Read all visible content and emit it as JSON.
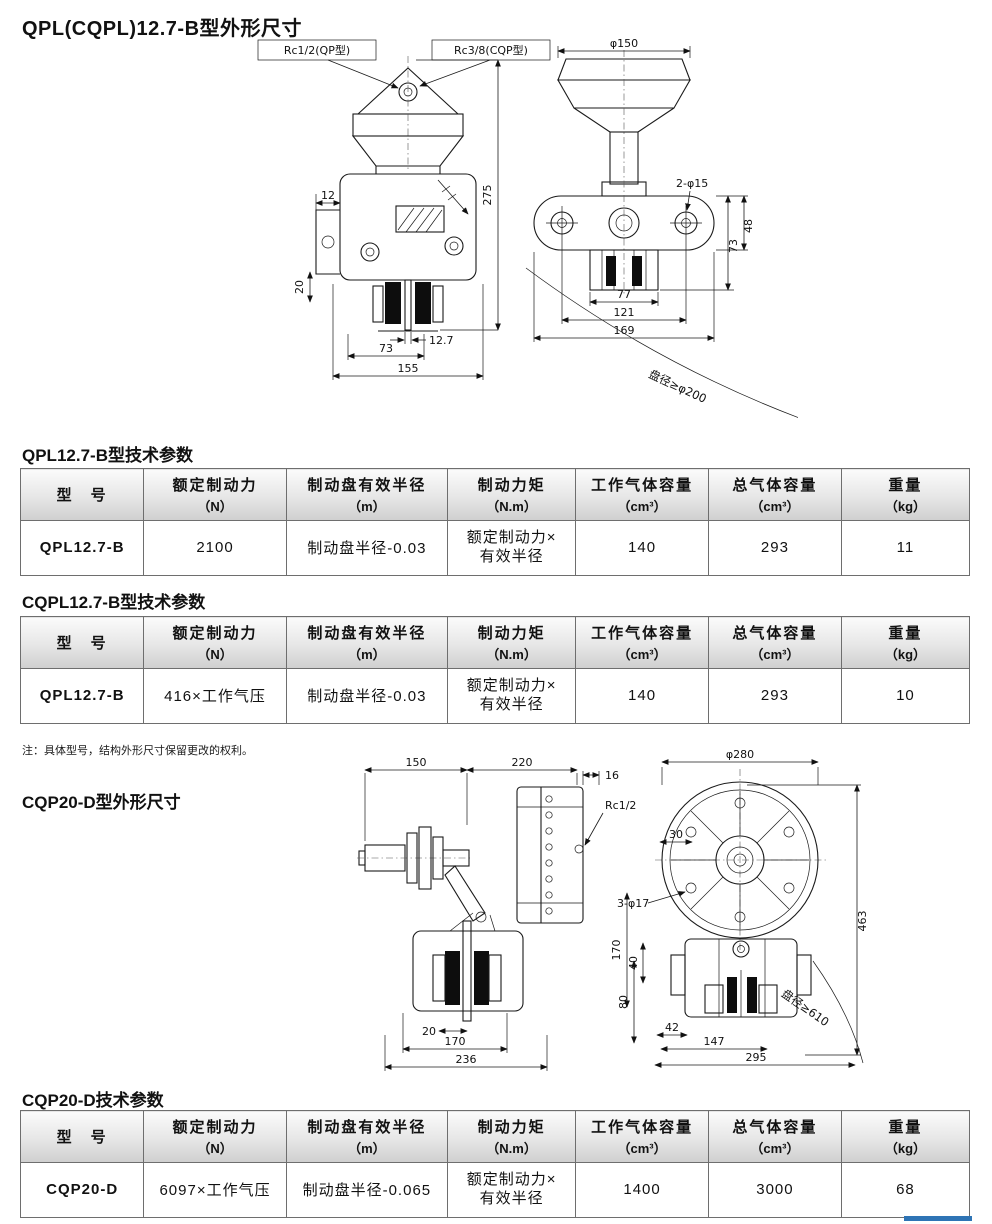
{
  "page": {
    "title": "QPL(CQPL)12.7-B型外形尺寸",
    "note": "注：具体型号，结构外形尺寸保留更改的权利。",
    "accent_color": "#2e74b5"
  },
  "sections": {
    "t1": "QPL12.7-B型技术参数",
    "t2": "CQPL12.7-B型技术参数",
    "d2": "CQP20-D型外形尺寸",
    "t3": "CQP20-D技术参数"
  },
  "tables": {
    "headers": [
      {
        "name": "型　号",
        "unit": ""
      },
      {
        "name": "额定制动力",
        "unit": "（N）"
      },
      {
        "name": "制动盘有效半径",
        "unit": "（m）"
      },
      {
        "name": "制动力矩",
        "unit": "（N.m）"
      },
      {
        "name": "工作气体容量",
        "unit": "（cm³）"
      },
      {
        "name": "总气体容量",
        "unit": "（cm³）"
      },
      {
        "name": "重量",
        "unit": "（kg）"
      }
    ],
    "t1_row": [
      "QPL12.7-B",
      "2100",
      "制动盘半径-0.03",
      "额定制动力×\n有效半径",
      "140",
      "293",
      "11"
    ],
    "t2_row": [
      "QPL12.7-B",
      "416×工作气压",
      "制动盘半径-0.03",
      "额定制动力×\n有效半径",
      "140",
      "293",
      "10"
    ],
    "t3_row": [
      "CQP20-D",
      "6097×工作气压",
      "制动盘半径-0.065",
      "额定制动力×\n有效半径",
      "1400",
      "3000",
      "68"
    ]
  },
  "drawing1": {
    "labels": {
      "rc_qp": "Rc1/2(QP型)",
      "rc_cqp": "Rc3/8(CQP型)",
      "dphi150": "φ150",
      "d275": "275",
      "d12": "12",
      "d20": "20",
      "d127": "12.7",
      "d73a": "73",
      "d155": "155",
      "d2phi15": "2-φ15",
      "d48": "48",
      "d73b": "73",
      "d77": "77",
      "d121": "121",
      "d169": "169",
      "disc": "盘径≥φ200"
    }
  },
  "drawing2": {
    "labels": {
      "d150": "150",
      "d220": "220",
      "d16": "16",
      "rc12": "Rc1/2",
      "dphi280": "φ280",
      "d30": "30",
      "d3phi17": "3-φ17",
      "d170a": "170",
      "d40": "40",
      "d80": "80",
      "d463": "463",
      "d20": "20",
      "d170b": "170",
      "d236": "236",
      "d42": "42",
      "d147": "147",
      "d295": "295",
      "disc": "盘径≥610"
    }
  }
}
